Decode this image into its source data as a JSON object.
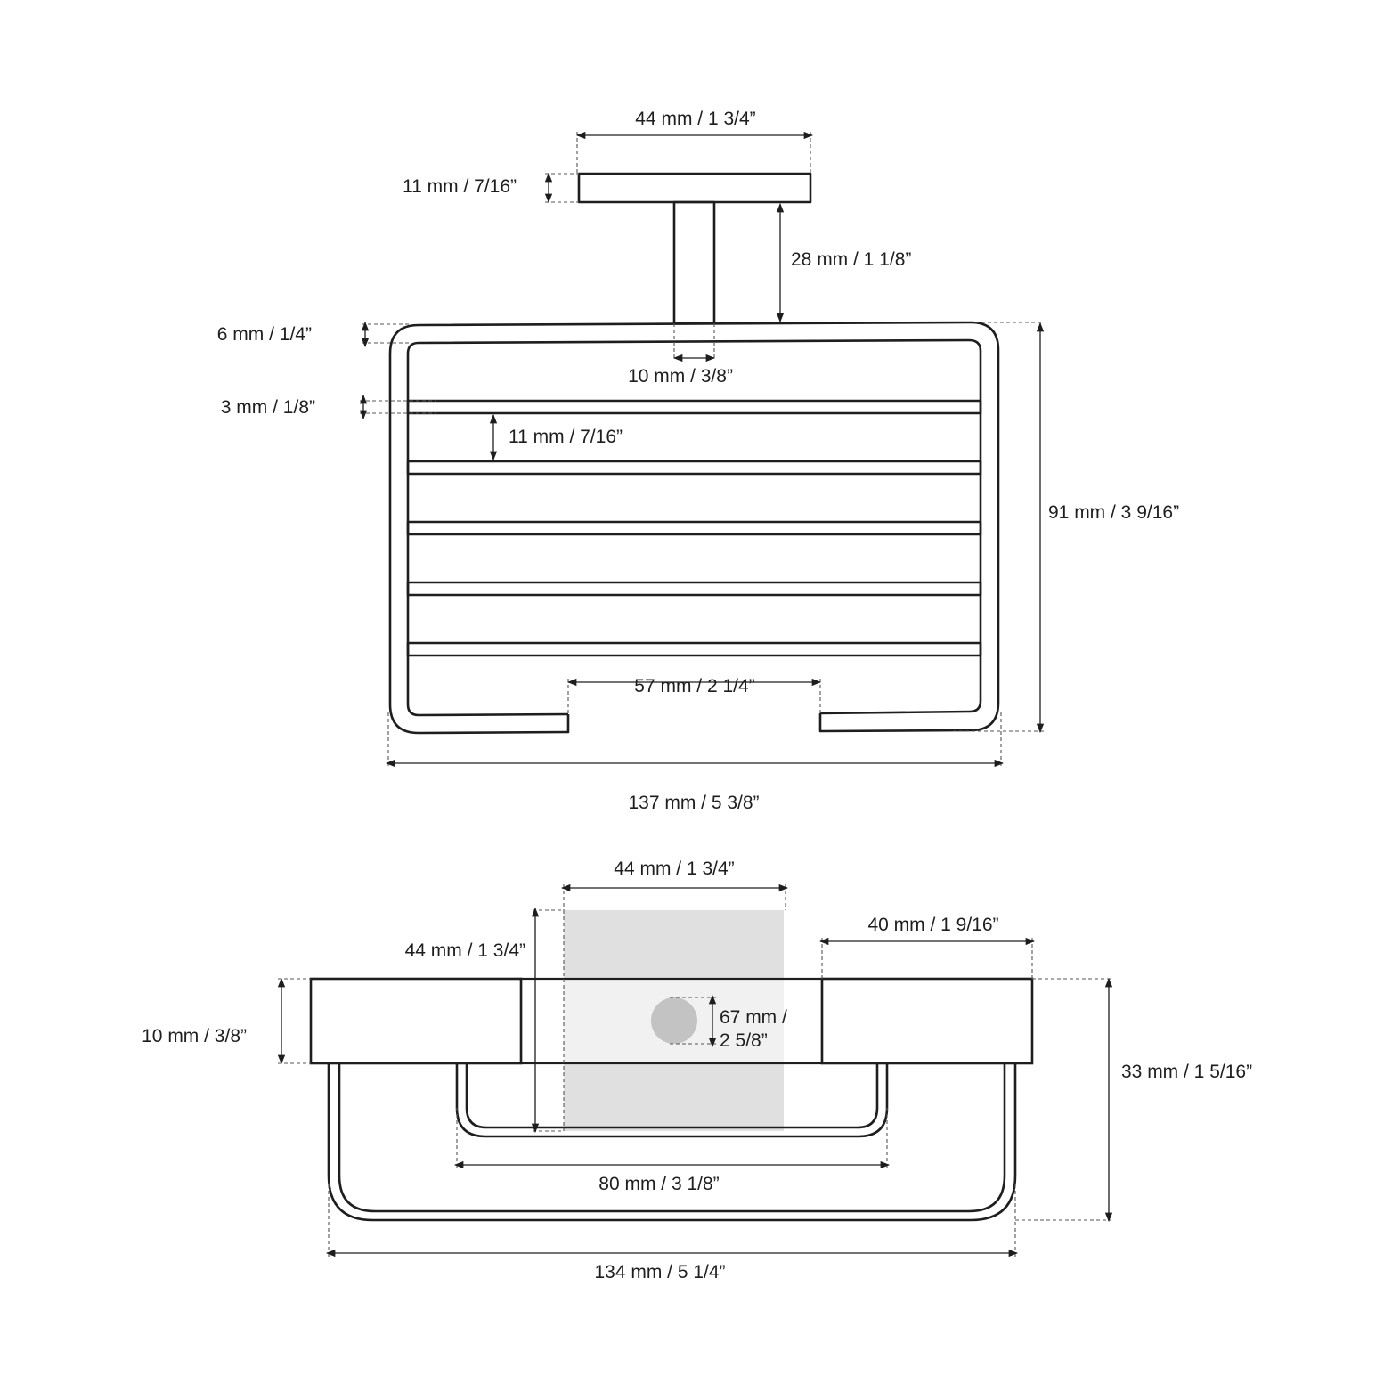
{
  "colors": {
    "line": "#1e1e1e",
    "background": "#ffffff",
    "screw": "#c3c3c3",
    "wall_plate": "#e0e0e0"
  },
  "front_view": {
    "mount_width": "44 mm /  1  3/4”",
    "mount_thickness": "11 mm /  7/16”",
    "stem_length": "28 mm /  1  1/8”",
    "rim_thickness": "6 mm /  1/4”",
    "stem_width": "10 mm /  3/8”",
    "slat_thickness": "3 mm /  1/8”",
    "slat_spacing": "11 mm /  7/16”",
    "height": "91 mm /  3  9/16”",
    "opening_width": "57 mm /  2  1/4”",
    "overall_width": "137 mm /  5  3/8”"
  },
  "top_view": {
    "plate_width": "44 mm /  1  3/4”",
    "plate_height": "44 mm /  1  3/4”",
    "pad_width": "40 mm /  1  9/16”",
    "pad_thickness": "10 mm /  3/8”",
    "hole_spacing_line1": "67 mm /",
    "hole_spacing_line2": "2  5/8”",
    "depth": "33 mm /  1  5/16”",
    "inner_width": "80 mm /  3  1/8”",
    "overall_width": "134 mm /  5  1/4”"
  }
}
